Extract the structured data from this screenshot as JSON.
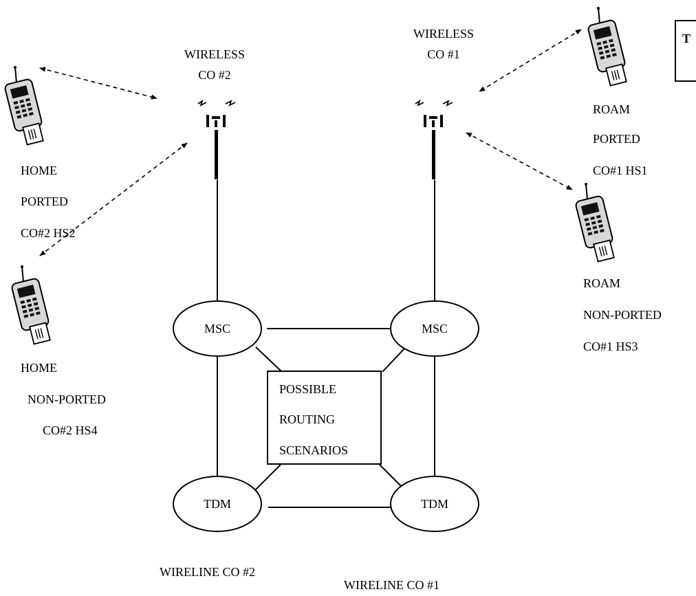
{
  "towers": {
    "co2": {
      "label_line1": "WIRELESS",
      "label_line2": "CO #2"
    },
    "co1": {
      "label_line1": "WIRELESS",
      "label_line2": "CO #1"
    }
  },
  "legend_box": {
    "text": "T"
  },
  "handsets": {
    "hs1": {
      "line1": "ROAM",
      "line2": "PORTED",
      "line3": "CO#1 HS1"
    },
    "hs2": {
      "line1": "HOME",
      "line2": "PORTED",
      "line3": "CO#2 HS2"
    },
    "hs3": {
      "line1": "ROAM",
      "line2": "NON-PORTED",
      "line3": "CO#1 HS3"
    },
    "hs4": {
      "line1": "HOME",
      "line2": "NON-PORTED",
      "line3": "CO#2 HS4"
    }
  },
  "nodes": {
    "msc_left": "MSC",
    "msc_right": "MSC",
    "tdm_left": "TDM",
    "tdm_right": "TDM"
  },
  "routing_box": {
    "line1": "POSSIBLE",
    "line2": "ROUTING",
    "line3": "SCENARIOS"
  },
  "wireline": {
    "co2": "WIRELINE CO #2",
    "co1": "WIRELINE CO #1"
  }
}
